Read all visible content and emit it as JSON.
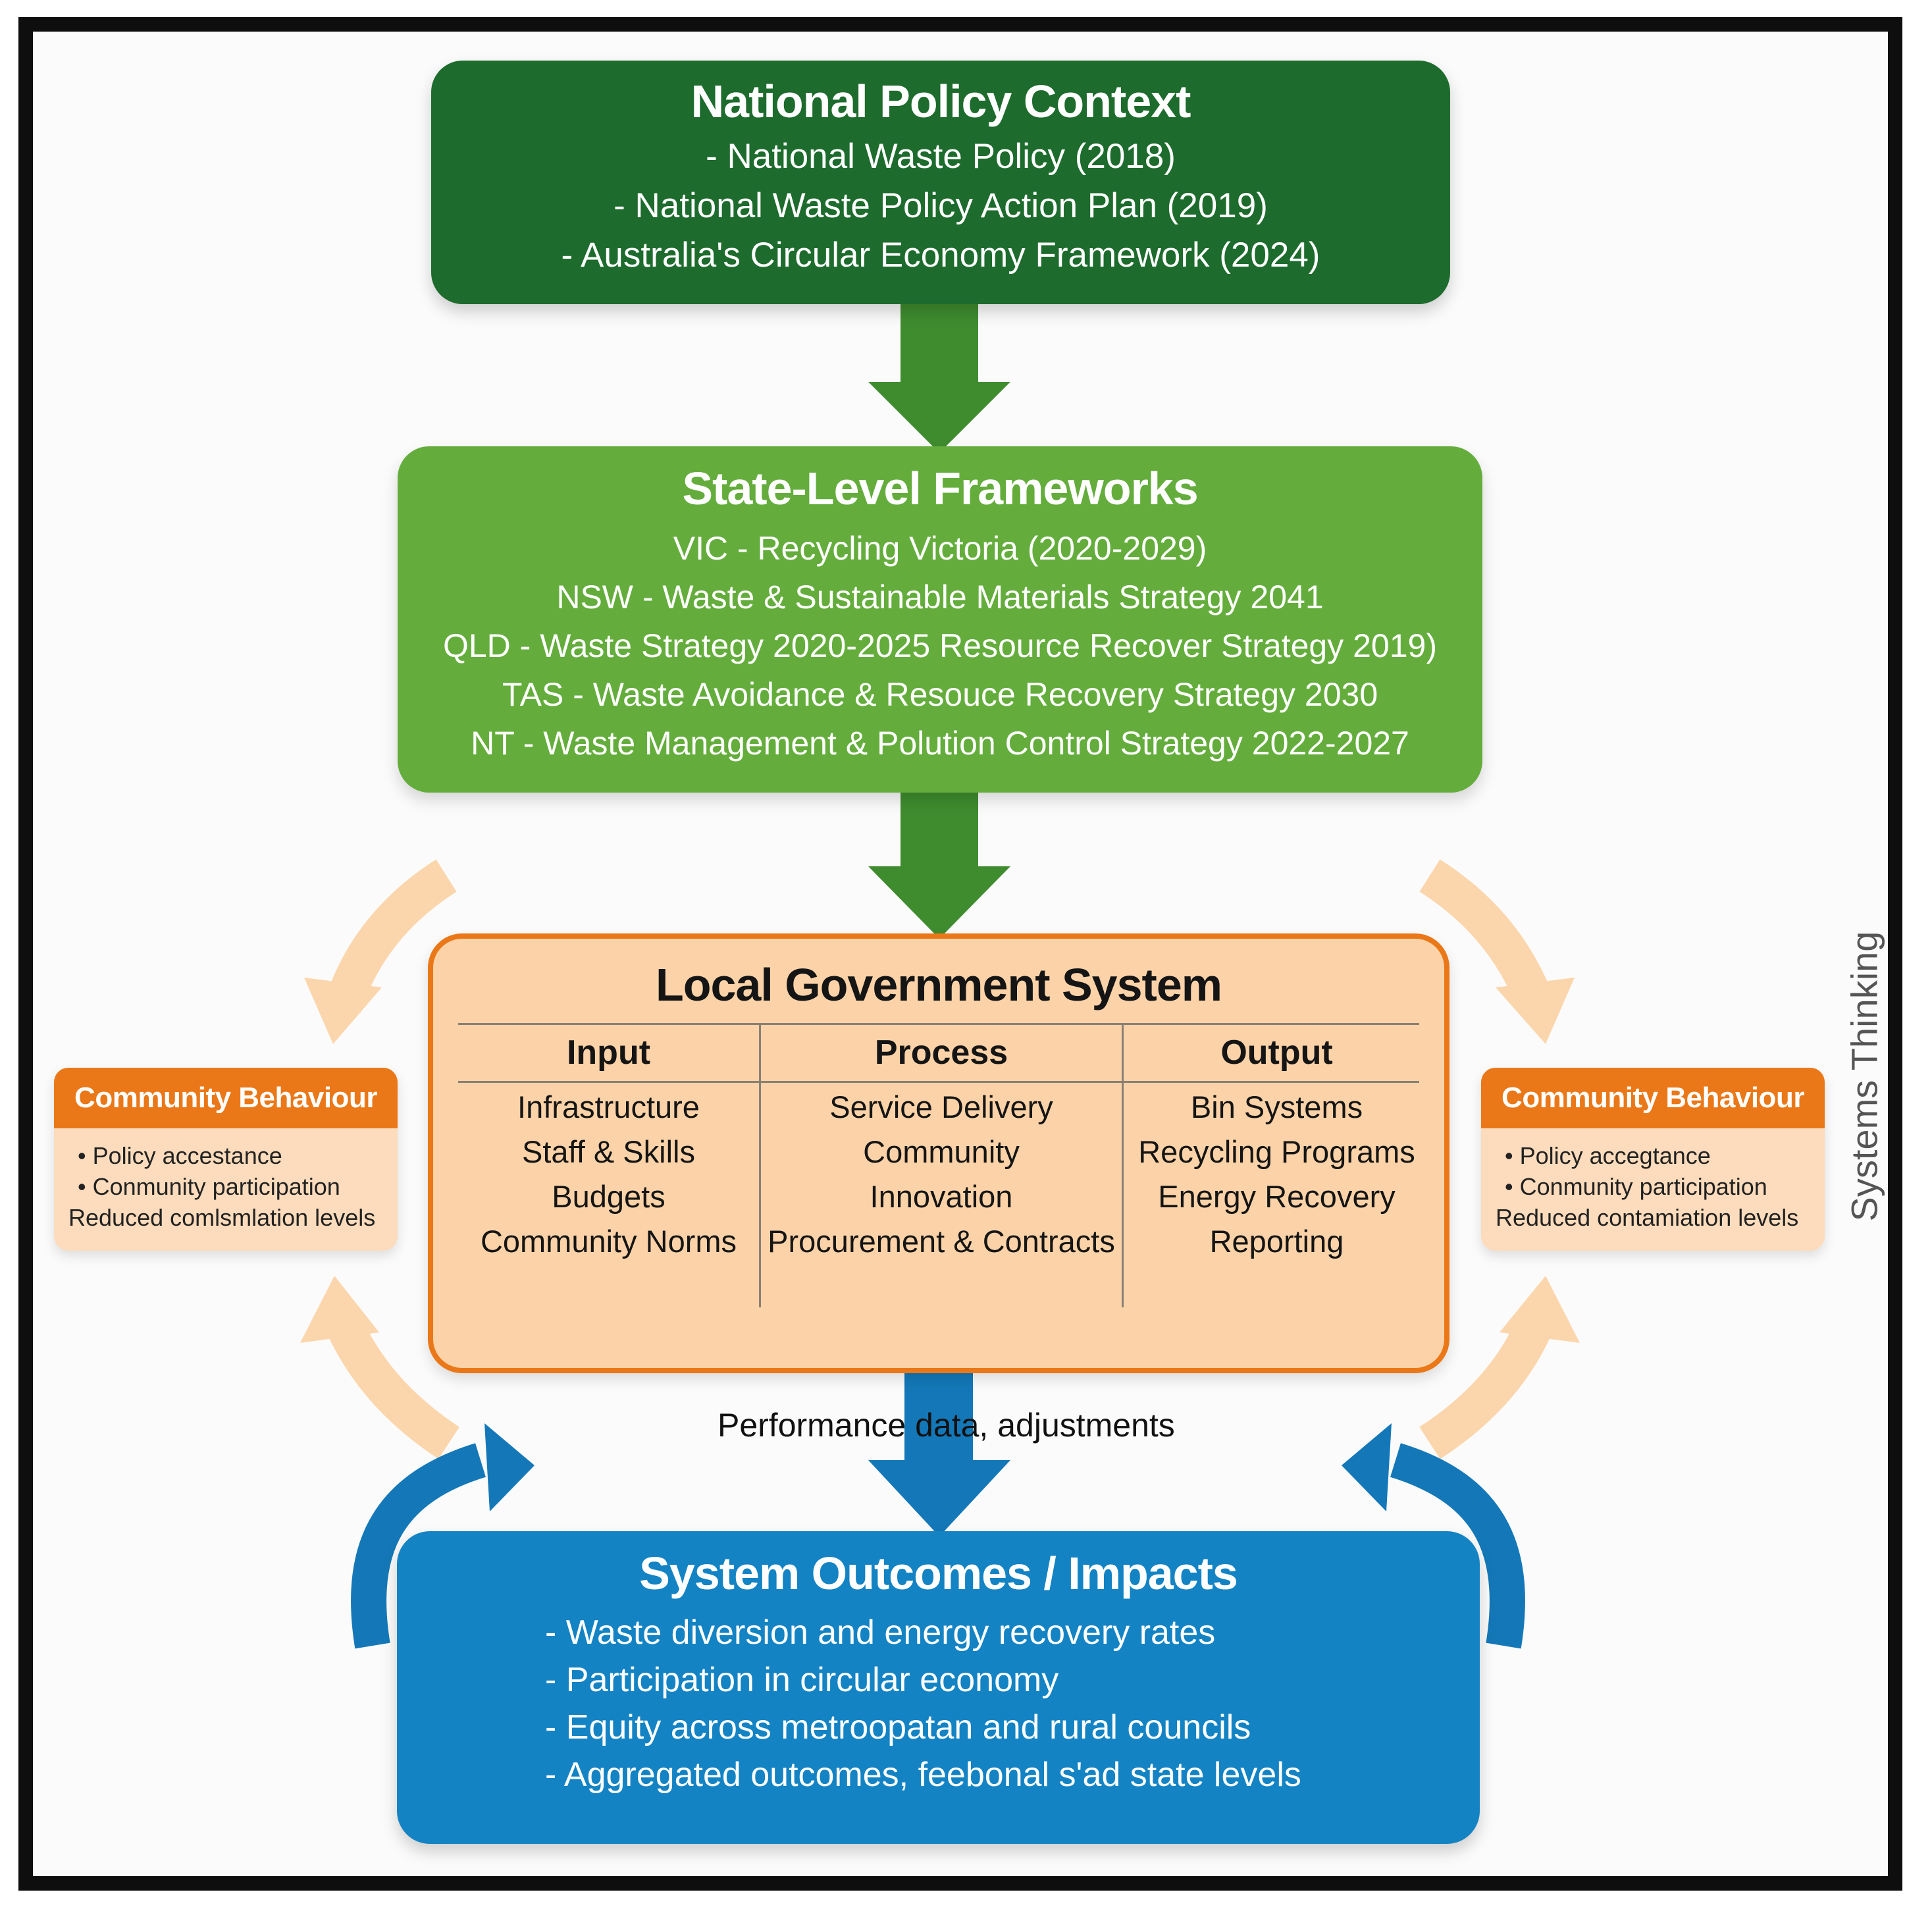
{
  "national": {
    "title": "National Policy Context",
    "lines": [
      "- National Waste Policy (2018)",
      "- National Waste Policy Action Plan (2019)",
      "- Australia's Circular Economy Framework (2024)"
    ]
  },
  "state": {
    "title": "State-Level Frameworks",
    "lines": [
      "VIC - Recycling Victoria (2020-2029)",
      "NSW - Waste & Sustainable Materials Strategy 2041",
      "QLD - Waste Strategy 2020-2025 Resource Recover Strategy 2019)",
      "TAS - Waste Avoidance & Resouce Recovery Strategy 2030",
      "NT - Waste Management & Polution Control Strategy 2022-2027"
    ]
  },
  "local": {
    "title": "Local Government System",
    "columns": [
      {
        "heading": "Input",
        "items": [
          "Infrastructure",
          "Staff & Skills",
          "Budgets",
          "Community Norms"
        ]
      },
      {
        "heading": "Process",
        "items": [
          "Service Delivery",
          "Community",
          "Innovation",
          "Procurement & Contracts"
        ]
      },
      {
        "heading": "Output",
        "items": [
          "Bin Systems",
          "Recycling Programs",
          "Energy Recovery",
          "Reporting"
        ]
      }
    ]
  },
  "community_left": {
    "title": "Community Behaviour",
    "bullets": [
      "Policy accestance",
      "Conmunity participation"
    ],
    "extra": "Reduced comlsmlation levels"
  },
  "community_right": {
    "title": "Community Behaviour",
    "bullets": [
      "Policy accegtance",
      "Conmunity participation"
    ],
    "extra": "Reduced contamiation levels"
  },
  "feedback_label": "Performance data, adjustments",
  "outcomes": {
    "title": "System Outcomes / Impacts",
    "lines": [
      "- Waste diversion and energy recovery rates",
      "- Participation in circular economy",
      "- Equity across metroopatan and rural councils",
      "- Aggregated outcomes, feebonal s'ad state levels"
    ]
  },
  "side_label": "Systems Thinking",
  "colors": {
    "national": "#1d6b2d",
    "state": "#64ad3c",
    "arrow_green": "#3f8c2f",
    "local_fill": "#fcd3a8",
    "local_border": "#ea7818",
    "community_header": "#ea7818",
    "loop_arrow": "#fbd6ac",
    "outcomes": "#1383c4",
    "arrow_blue": "#1478b8"
  },
  "icons": [
    "down-arrow",
    "curved-arrow",
    "bullet-dot"
  ]
}
